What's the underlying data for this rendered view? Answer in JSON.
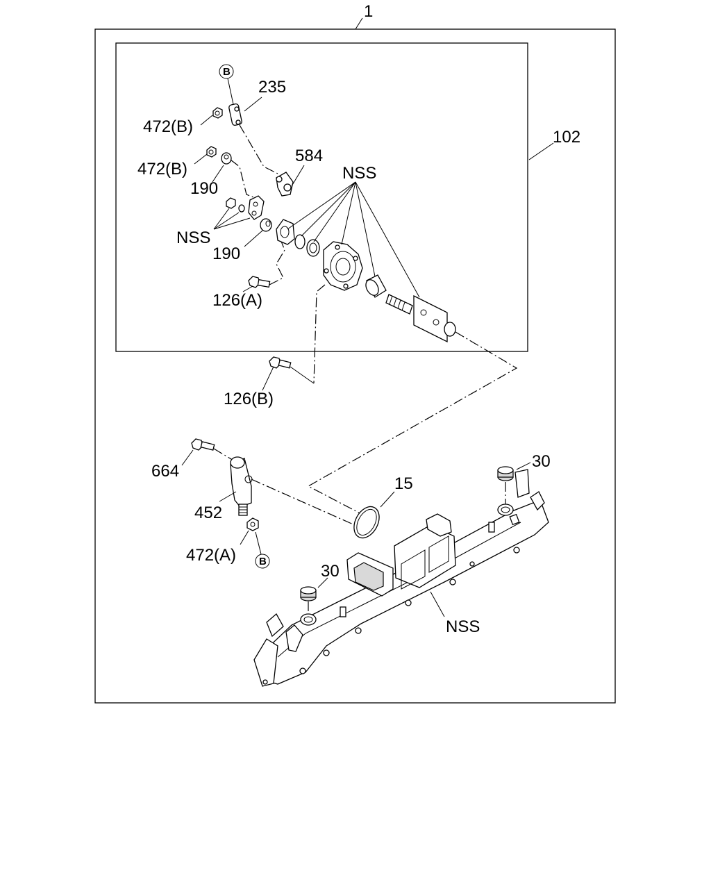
{
  "labels": {
    "assembly": "1",
    "subassembly": "102",
    "p235": "235",
    "p472b_top": "472(B)",
    "p472b_mid": "472(B)",
    "p584": "584",
    "p190_top": "190",
    "nss_left": "NSS",
    "p190_bottom": "190",
    "nss_top": "NSS",
    "p126a": "126(A)",
    "p126b": "126(B)",
    "p664": "664",
    "p452": "452",
    "p472a": "472(A)",
    "p15": "15",
    "p30_right": "30",
    "p30_left": "30",
    "nss_bottom": "NSS",
    "ref_b_top": "B",
    "ref_b_bottom": "B"
  }
}
